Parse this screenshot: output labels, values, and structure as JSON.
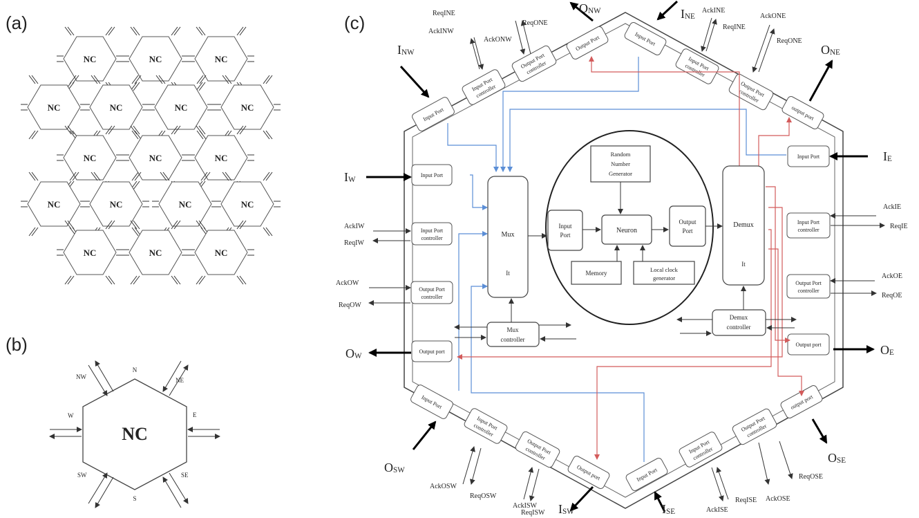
{
  "panels": {
    "a_label": "(a)",
    "b_label": "(b)",
    "c_label": "(c)"
  },
  "nc_label": "NC",
  "directions": {
    "n": "N",
    "nw": "NW",
    "ne": "NE",
    "w": "W",
    "e": "E",
    "sw": "SW",
    "se": "SE",
    "s": "S"
  },
  "blocks": {
    "mux": "Mux",
    "mux_it": "It",
    "demux": "Demux",
    "demux_it": "It",
    "mux_controller_1": "Mux",
    "mux_controller_2": "controller",
    "demux_controller_1": "Demux",
    "demux_controller_2": "controller",
    "neuron": "Neuron",
    "rng_1": "Random",
    "rng_2": "Number",
    "rng_3": "Generator",
    "memory": "Memory",
    "clock_1": "Local clock",
    "clock_2": "generator",
    "inner_input_1": "Input",
    "inner_input_2": "Port",
    "inner_output_1": "Output",
    "inner_output_2": "Port"
  },
  "ports": {
    "input_port": "Input Port",
    "output_port": "Output Port",
    "output_port_lower": "Output port",
    "output_port_small": "output port",
    "ipc_1": "Input Port",
    "ipc_2": "controller",
    "opc_1": "Output Port",
    "opc_2": "controller"
  },
  "signals": {
    "I": "I",
    "O": "O",
    "nw": "NW",
    "ne": "NE",
    "w": "W",
    "e": "E",
    "sw": "SW",
    "se": "SE",
    "req_ine": "ReqINE",
    "ack_inw": "AckINW",
    "ack_onw": "AckONW",
    "req_one": "ReqONE",
    "ack_ine": "AckINE",
    "ack_one": "AckONE",
    "req_ine_r": "ReqINE",
    "req_one_r": "ReqONE",
    "ack_iw": "AckIW",
    "req_iw": "ReqIW",
    "ack_ow": "AckOW",
    "req_ow": "ReqOW",
    "ack_ie": "AckIE",
    "req_ie": "ReqIE",
    "ack_oe": "AckOE",
    "req_oe": "ReqOE",
    "ack_osw": "AckOSW",
    "req_osw": "ReqOSW",
    "ack_isw": "AckISW",
    "req_isw": "ReqISW",
    "req_ise": "ReqISE",
    "ack_ise": "AckISE",
    "ack_ose": "AckOSE",
    "req_ose": "ReqOSE"
  }
}
